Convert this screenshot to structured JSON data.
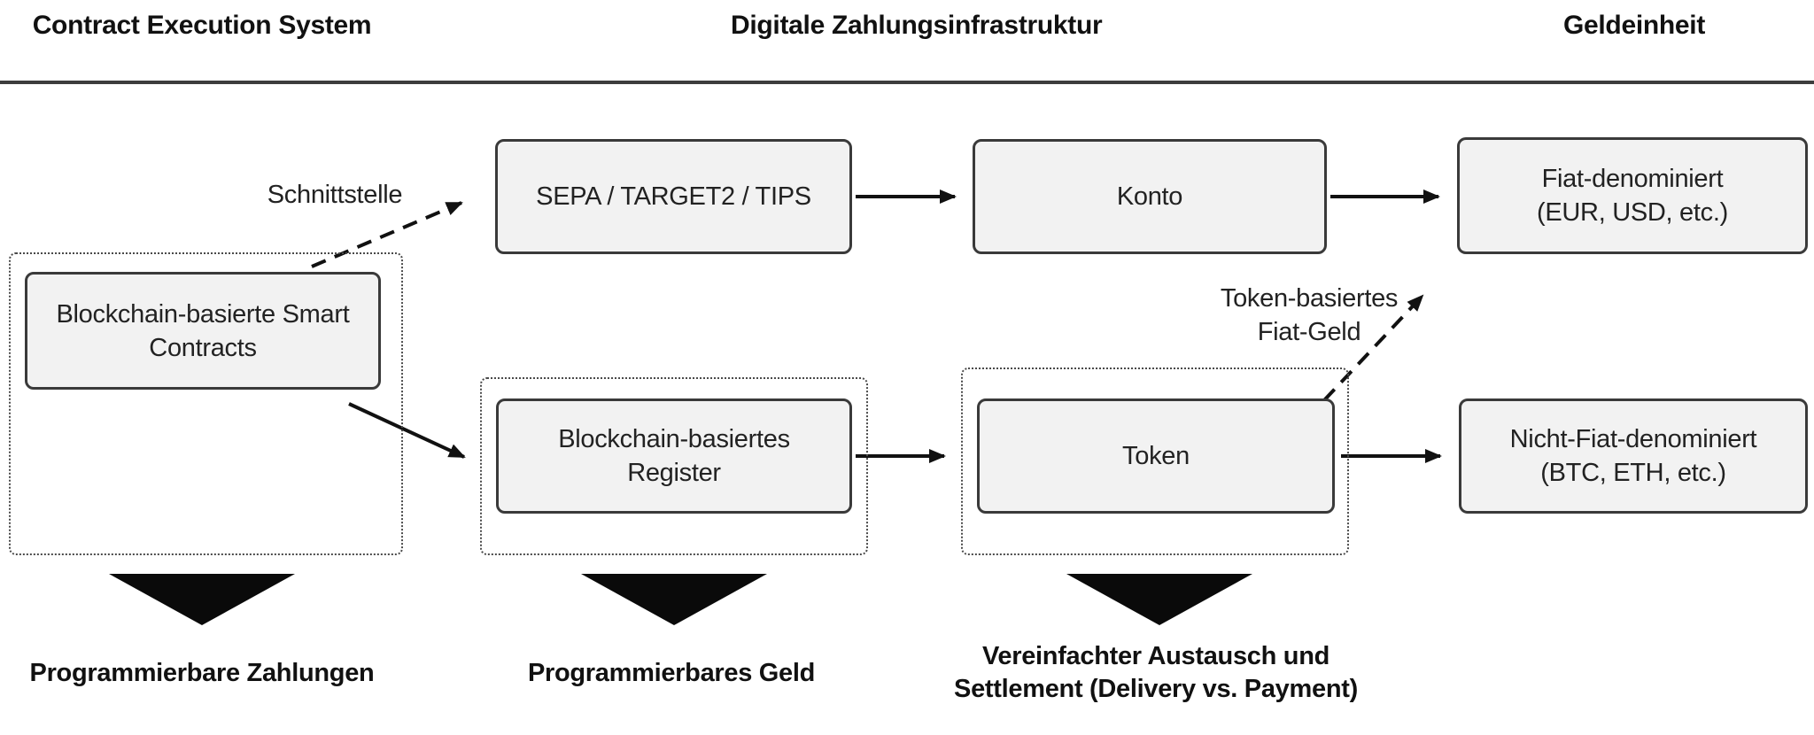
{
  "title_row": {
    "left": "Contract Execution System",
    "center": "Digitale Zahlungsinfrastruktur",
    "right": "Geldeinheit"
  },
  "boxes": {
    "smart_contracts": {
      "line1": "Blockchain-basierte Smart",
      "line2": "Contracts"
    },
    "sepa": {
      "label": "SEPA / TARGET2 / TIPS"
    },
    "konto": {
      "label": "Konto"
    },
    "fiat": {
      "line1": "Fiat-denominiert",
      "line2": "(EUR, USD, etc.)"
    },
    "register": {
      "line1": "Blockchain-basiertes",
      "line2": "Register"
    },
    "token": {
      "label": "Token"
    },
    "nicht_fiat": {
      "line1": "Nicht-Fiat-denominiert",
      "line2": "(BTC, ETH, etc.)"
    }
  },
  "annotations": {
    "schnittstelle": "Schnittstelle",
    "token_fiat": {
      "line1": "Token-basiertes",
      "line2": "Fiat-Geld"
    }
  },
  "footers": {
    "programmable_payments": "Programmierbare Zahlungen",
    "programmable_money": "Programmierbares Geld",
    "settlement": {
      "line1": "Vereinfachter Austausch und",
      "line2": "Settlement (Delivery vs. Payment)"
    }
  },
  "colors": {
    "box_fill": "#f2f2f2",
    "box_border": "#3a3a3a",
    "dotted_border": "#4a4a4a",
    "text": "#1c1c1c",
    "arrow": "#111111",
    "rule": "#3d3d3d"
  }
}
